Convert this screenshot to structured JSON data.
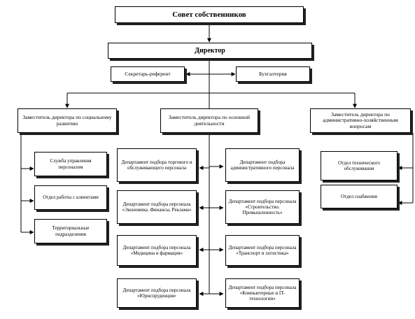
{
  "diagram": {
    "owners": "Совет собственников",
    "director": "Директор",
    "secretary": "Секретарь-референт",
    "accounting": "Бухгалтерия",
    "deputies": {
      "social": "Заместитель директора по социальному развитию",
      "main": "Заместитель директора по основной деятельности",
      "admin": "Заместитель директора по административно-хозяйственным вопросам"
    },
    "social_units": [
      "Служба управления персоналом",
      "Отдел работы с клиентами",
      "Территориальные подразделения"
    ],
    "main_left_units": [
      "Департамент подбора торгового и обслуживающего персонала",
      "Департамент подбора персонала «Экономика. Финансы. Реклама»",
      "Департамент подбора персонала «Медицина и фармация»",
      "Департамент подбора персонала «Юриспруденция»"
    ],
    "main_right_units": [
      "Департамент подбора административного персонала",
      "Департамент подбора персонала «Строительство. Промышленность»",
      "Департамент подбора персонала «Транспорт и логистика»",
      "Департамент подбора персонала «Компьютерные и IT-технологии»"
    ],
    "admin_units": [
      "Отдел технического обслуживания",
      "Отдел снабжения"
    ]
  }
}
